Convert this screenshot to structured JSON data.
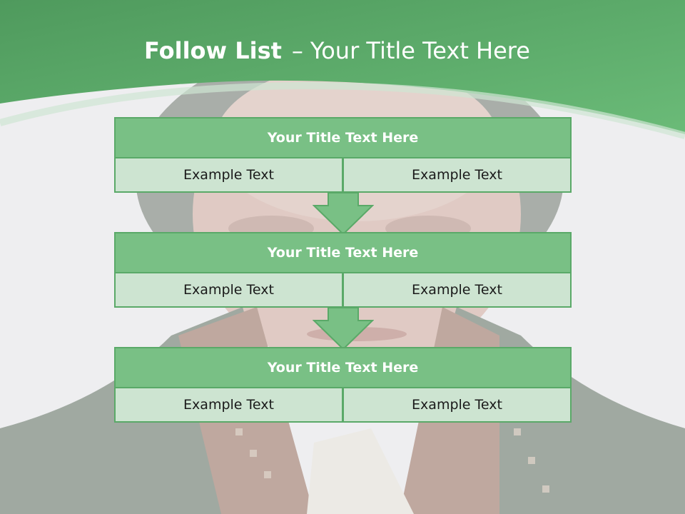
{
  "slide": {
    "title_strong": "Follow List",
    "title_separator": "–",
    "title_rest": "Your Title Text Here"
  },
  "flow": [
    {
      "title": "Your Title Text Here",
      "left_text": "Example Text",
      "right_text": "Example Text"
    },
    {
      "title": "Your Title Text Here",
      "left_text": "Example Text",
      "right_text": "Example Text"
    },
    {
      "title": "Your Title Text Here",
      "left_text": "Example Text",
      "right_text": "Example Text"
    }
  ],
  "colors": {
    "header_green": "#5fae6d",
    "block_title_green": "#79c085",
    "cell_green": "#cde4d1",
    "border_green": "#5aa968"
  }
}
